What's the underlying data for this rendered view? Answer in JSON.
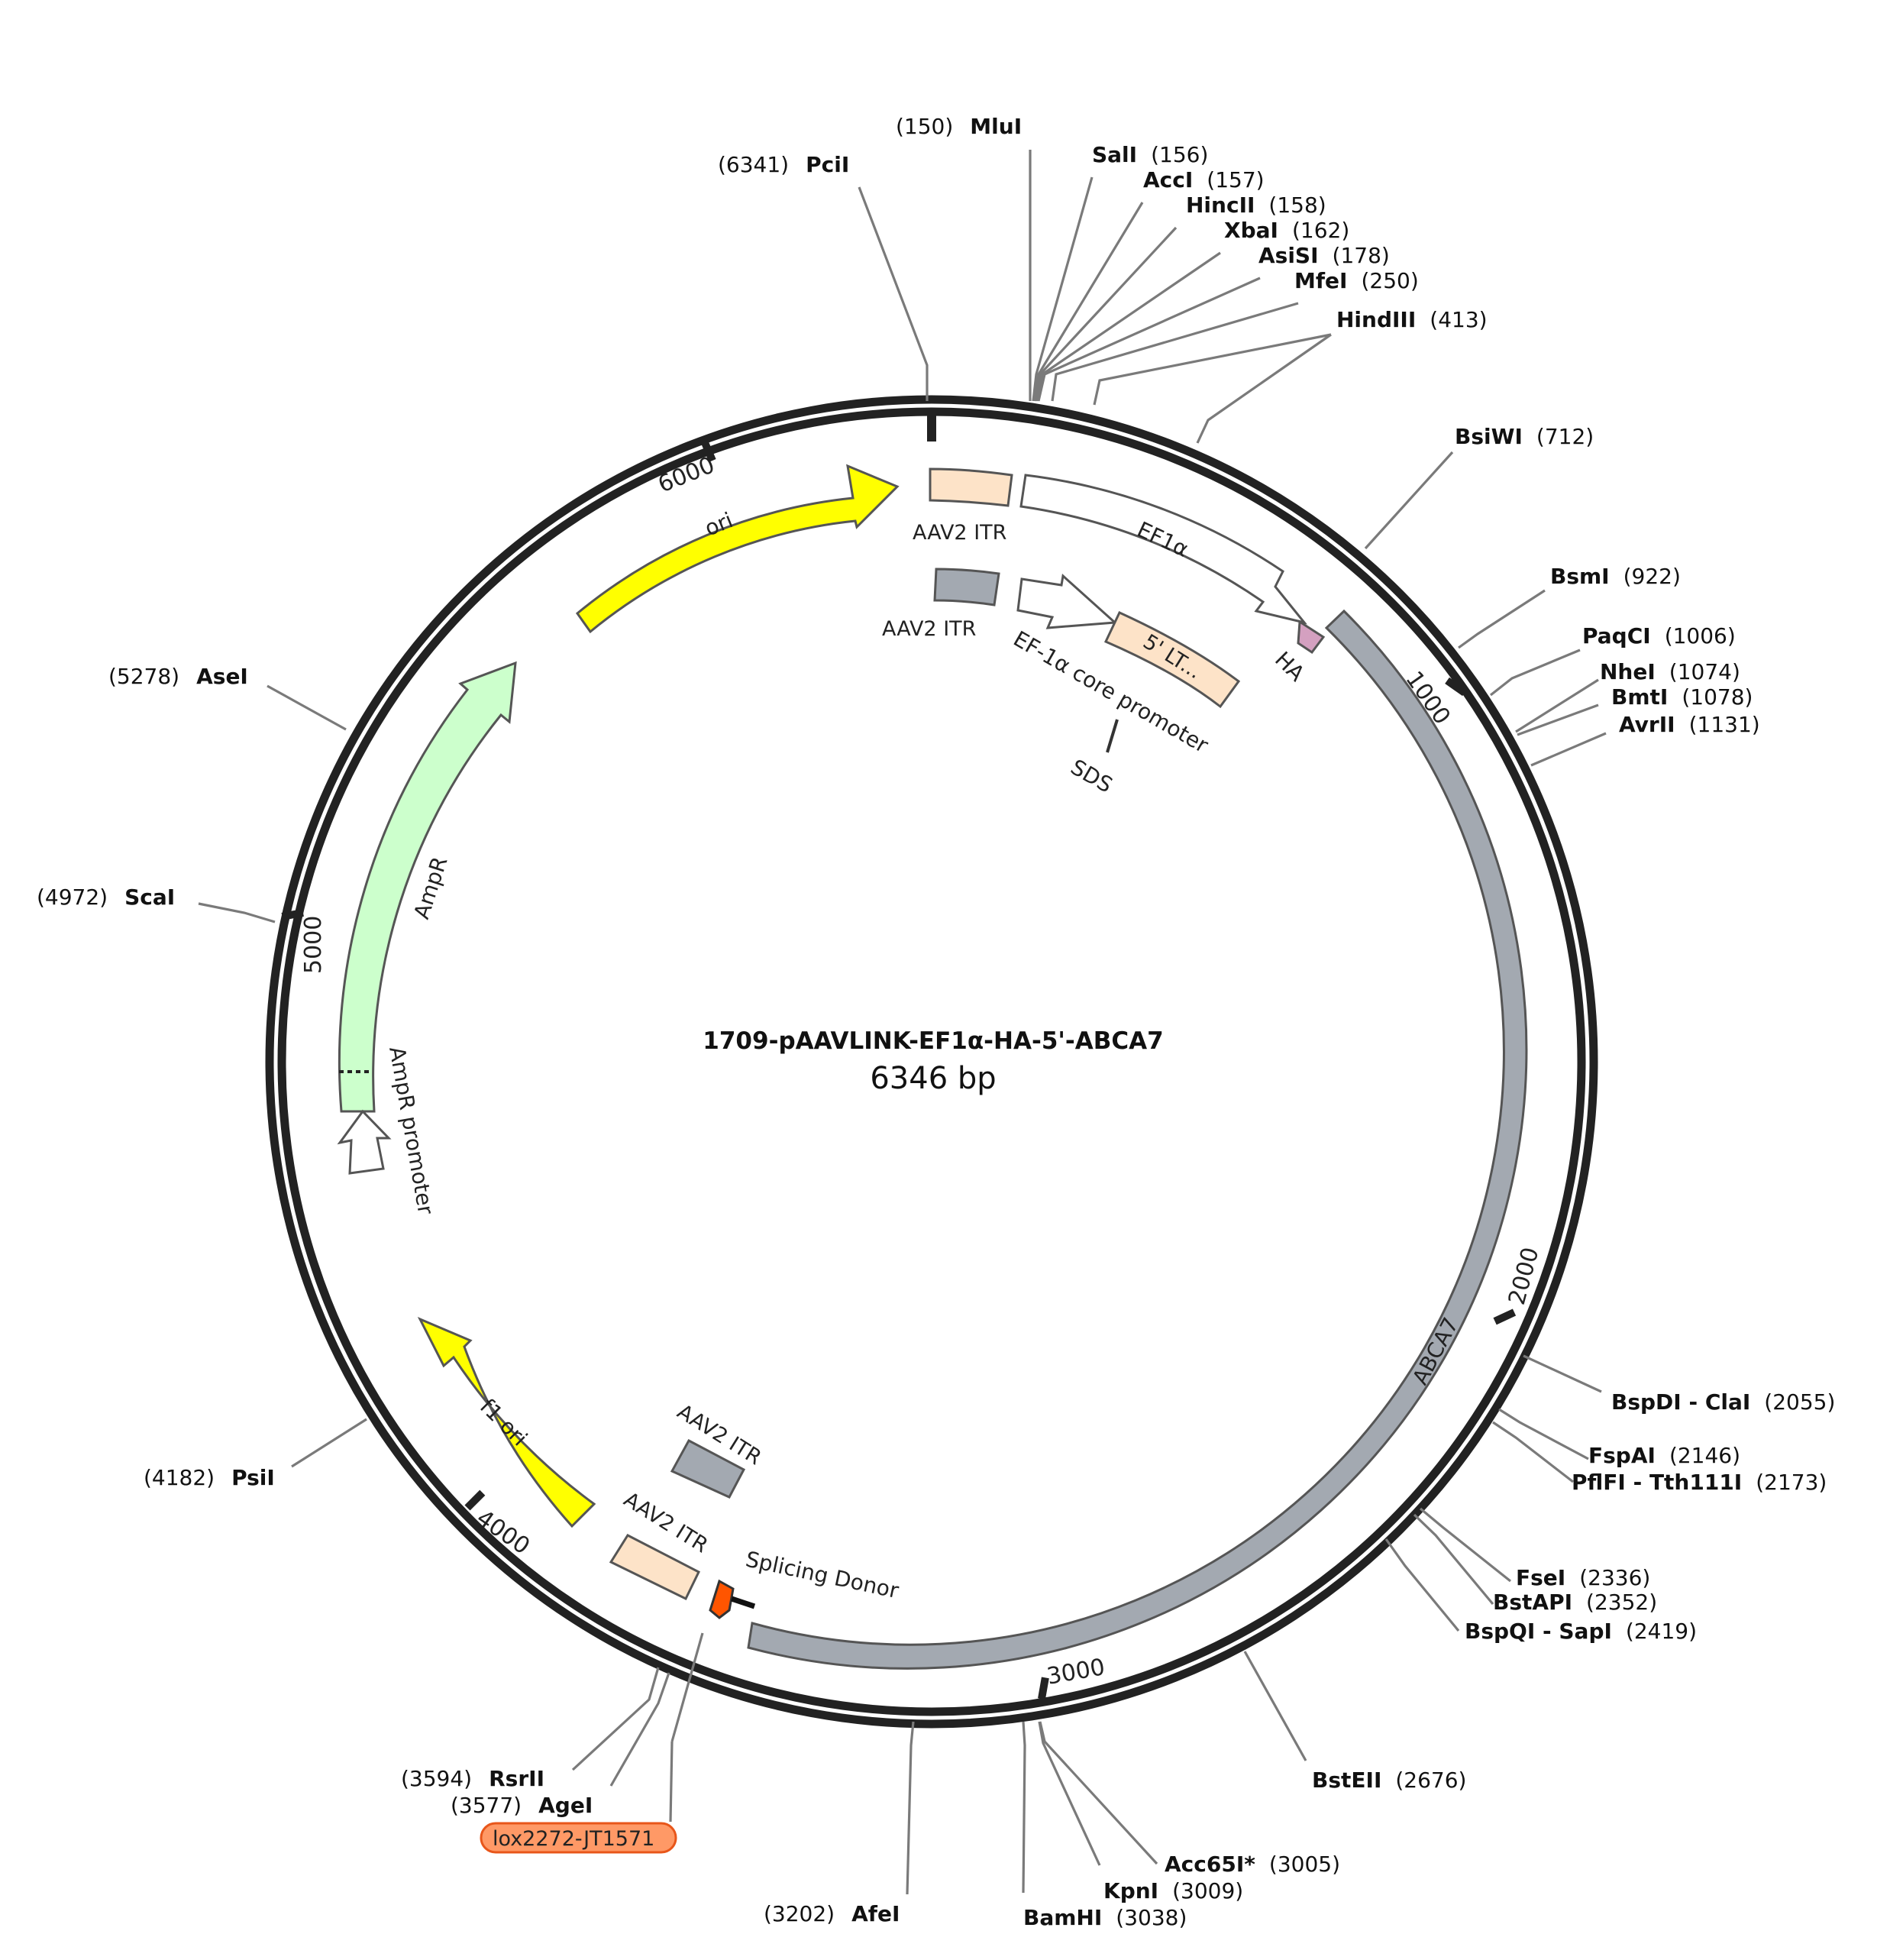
{
  "plasmid": {
    "name": "1709-pAAVLINK-EF1α-HA-5'-ABCA7",
    "size_label": "6346 bp",
    "length_bp": 6346
  },
  "scale_ticks": [
    {
      "bp": 1000,
      "label": "1000"
    },
    {
      "bp": 2000,
      "label": "2000"
    },
    {
      "bp": 3000,
      "label": "3000"
    },
    {
      "bp": 4000,
      "label": "4000"
    },
    {
      "bp": 5000,
      "label": "5000"
    },
    {
      "bp": 6000,
      "label": "6000"
    }
  ],
  "sites": [
    {
      "name": "MluI",
      "pos": "(150)",
      "side": "left"
    },
    {
      "name": "PciI",
      "pos": "(6341)",
      "side": "left"
    },
    {
      "name": "SalI",
      "pos": "(156)",
      "side": "right"
    },
    {
      "name": "AccI",
      "pos": "(157)",
      "side": "right"
    },
    {
      "name": "HincII",
      "pos": "(158)",
      "side": "right"
    },
    {
      "name": "XbaI",
      "pos": "(162)",
      "side": "right"
    },
    {
      "name": "AsiSI",
      "pos": "(178)",
      "side": "right"
    },
    {
      "name": "MfeI",
      "pos": "(250)",
      "side": "right"
    },
    {
      "name": "HindIII",
      "pos": "(413)",
      "side": "right"
    },
    {
      "name": "BsiWI",
      "pos": "(712)",
      "side": "right"
    },
    {
      "name": "BsmI",
      "pos": "(922)",
      "side": "right"
    },
    {
      "name": "PaqCI",
      "pos": "(1006)",
      "side": "right"
    },
    {
      "name": "NheI",
      "pos": "(1074)",
      "side": "right"
    },
    {
      "name": "BmtI",
      "pos": "(1078)",
      "side": "right"
    },
    {
      "name": "AvrII",
      "pos": "(1131)",
      "side": "right"
    },
    {
      "name": "BspDI - ClaI",
      "pos": "(2055)",
      "side": "right"
    },
    {
      "name": "FspAI",
      "pos": "(2146)",
      "side": "right"
    },
    {
      "name": "PflFI - Tth111I",
      "pos": "(2173)",
      "side": "right"
    },
    {
      "name": "FseI",
      "pos": "(2336)",
      "side": "right"
    },
    {
      "name": "BstAPI",
      "pos": "(2352)",
      "side": "right"
    },
    {
      "name": "BspQI - SapI",
      "pos": "(2419)",
      "side": "right"
    },
    {
      "name": "BstEII",
      "pos": "(2676)",
      "side": "right"
    },
    {
      "name": "Acc65I*",
      "pos": "(3005)",
      "side": "right",
      "color": "#888888"
    },
    {
      "name": "KpnI",
      "pos": "(3009)",
      "side": "right"
    },
    {
      "name": "BamHI",
      "pos": "(3038)",
      "side": "right"
    },
    {
      "name": "AfeI",
      "pos": "(3202)",
      "side": "left"
    },
    {
      "name": "AgeI",
      "pos": "(3577)",
      "side": "left"
    },
    {
      "name": "RsrII",
      "pos": "(3594)",
      "side": "left"
    },
    {
      "name": "PsiI",
      "pos": "(4182)",
      "side": "left"
    },
    {
      "name": "ScaI",
      "pos": "(4972)",
      "side": "left"
    },
    {
      "name": "AseI",
      "pos": "(5278)",
      "side": "left"
    }
  ],
  "features": [
    {
      "label": "ori",
      "color": "#ffff00"
    },
    {
      "label": "AAV2 ITR",
      "color": "#fde3c8"
    },
    {
      "label": "EF1α",
      "color": "#ffffff"
    },
    {
      "label": "AAV2 ITR",
      "color": "#a3a9b1"
    },
    {
      "label": "EF-1α core promoter",
      "color": "#ffffff"
    },
    {
      "label": "5' LT...",
      "color": "#fde3c8"
    },
    {
      "label": "SDS",
      "color": "#ffffff"
    },
    {
      "label": "HA",
      "color": "#d4a0c0"
    },
    {
      "label": "ABCA7",
      "color": "#a3a9b1"
    },
    {
      "label": "AmpR",
      "color": "#ccffcc"
    },
    {
      "label": "AmpR promoter",
      "color": "#ffffff"
    },
    {
      "label": "f1 ori",
      "color": "#ffff00"
    },
    {
      "label": "AAV2 ITR",
      "color": "#a3a9b1"
    },
    {
      "label": "AAV2 ITR",
      "color": "#fde3c8"
    },
    {
      "label": "Splicing Donor",
      "color": "#ff6600"
    },
    {
      "label": "lox2272-JT1571",
      "color": "#ff9966"
    }
  ]
}
